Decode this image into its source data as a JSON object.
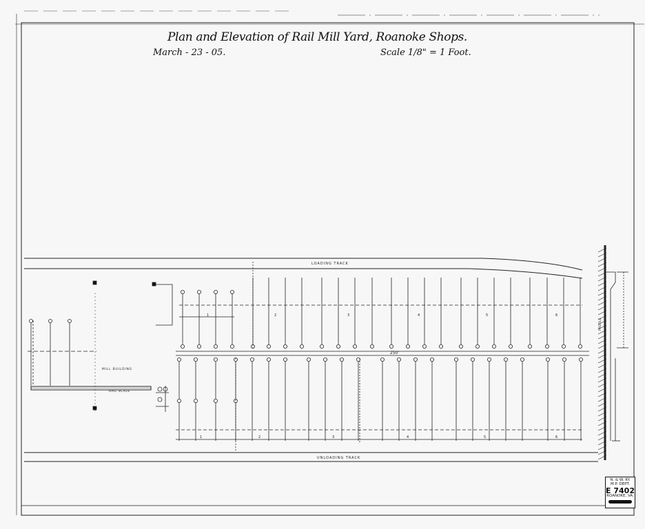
{
  "drawing": {
    "title": "Plan and Elevation of Rail Mill Yard, Roanoke Shops.",
    "date": "March - 23 - 05.",
    "scale": "Scale 1/8\" = 1 Foot."
  },
  "labels": {
    "loading_track_top": "LOADING TRACK",
    "loading_track_bottom": "UNLOADING TRACK",
    "mill_building": "MILL BUILDING",
    "rail_scale": "RAIL SCALE",
    "length_dim": "250'",
    "profile": "PROFILE",
    "bay_top": [
      "1",
      "2",
      "3",
      "4",
      "5",
      "6"
    ],
    "bay_bottom": [
      "1",
      "2",
      "3",
      "4",
      "5",
      "6"
    ]
  },
  "stamp": {
    "line1": "N. & W. RY.",
    "line2": "M.P. DEPT.",
    "number": "E 7402",
    "city": "ROANOKE, VA."
  }
}
